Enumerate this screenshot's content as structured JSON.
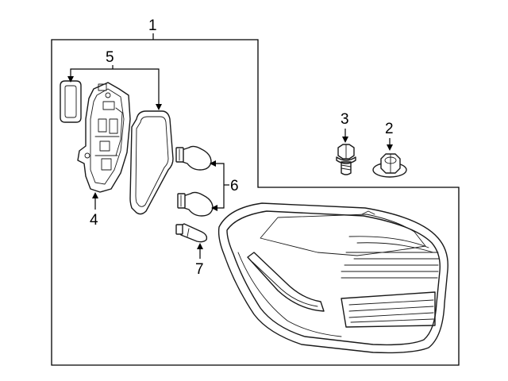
{
  "callouts": {
    "assembly": "1",
    "nut": "2",
    "bolt": "3",
    "socket_plate": "4",
    "gaskets": "5",
    "bulbs": "6",
    "small_bulb": "7"
  },
  "colors": {
    "line": "#1a1a1a",
    "background": "#ffffff"
  }
}
